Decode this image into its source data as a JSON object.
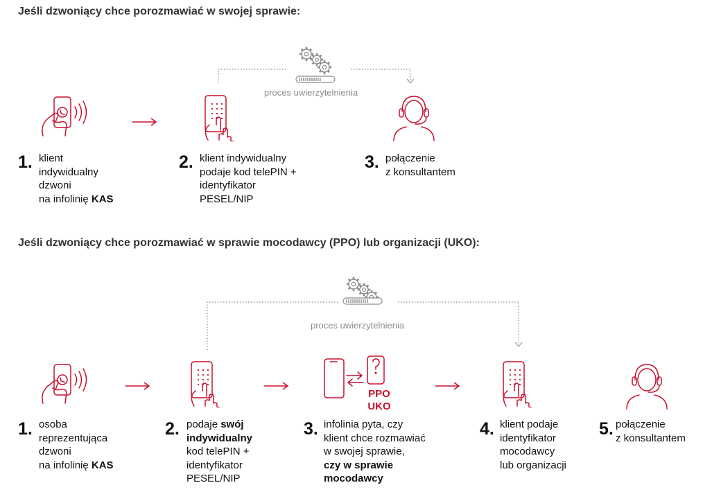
{
  "colors": {
    "accent": "#c8102e",
    "text": "#111111",
    "muted": "#8c8c8c"
  },
  "section1": {
    "heading": "Jeśli dzwoniący chce porozmawiać w swojej sprawie:",
    "auth_label": "proces uwierzytelnienia",
    "steps": [
      {
        "num": "1.",
        "icon": "phone-calling-icon",
        "lines": [
          [
            "klient"
          ],
          [
            "indywidualny"
          ],
          [
            "dzwoni"
          ],
          [
            "na infolinię ",
            "KAS"
          ]
        ]
      },
      {
        "num": "2.",
        "icon": "keypad-phone-icon",
        "lines": [
          [
            "klient indywidualny"
          ],
          [
            "podaje kod telePIN +"
          ],
          [
            "identyfikator"
          ],
          [
            "PESEL/NIP"
          ]
        ]
      },
      {
        "num": "3.",
        "icon": "consultant-headset-icon",
        "lines": [
          [
            "połączenie"
          ],
          [
            "z konsultantem"
          ]
        ]
      }
    ]
  },
  "section2": {
    "heading": "Jeśli dzwoniący chce porozmawiać w sprawie mocodawcy (PPO) lub organizacji (UKO):",
    "auth_label": "proces uwierzytelnienia",
    "ppo_label": "PPO",
    "uko_label": "UKO",
    "steps": [
      {
        "num": "1.",
        "icon": "phone-calling-icon",
        "lines": [
          [
            "osoba"
          ],
          [
            "reprezentująca"
          ],
          [
            "dzwoni"
          ],
          [
            "na infolinię ",
            "KAS"
          ]
        ]
      },
      {
        "num": "2.",
        "icon": "keypad-phone-icon",
        "lines": [
          [
            "podaje ",
            "swój"
          ],
          [
            "",
            "indywidualny"
          ],
          [
            "kod telePIN +"
          ],
          [
            "identyfikator"
          ],
          [
            "PESEL/NIP"
          ]
        ]
      },
      {
        "num": "3.",
        "icon": "phone-transfer-question-icon",
        "lines": [
          [
            "infolinia pyta, czy"
          ],
          [
            "klient chce rozmawiać"
          ],
          [
            "w swojej sprawie,"
          ],
          [
            "",
            "czy w sprawie"
          ],
          [
            "",
            "mocodawcy"
          ]
        ]
      },
      {
        "num": "4.",
        "icon": "keypad-phone-icon",
        "lines": [
          [
            "klient podaje"
          ],
          [
            "identyfikator"
          ],
          [
            "mocodawcy"
          ],
          [
            "lub organizacji"
          ]
        ]
      },
      {
        "num": "5.",
        "icon": "consultant-headset-icon",
        "lines": [
          [
            "połączenie"
          ],
          [
            "z konsultantem"
          ]
        ]
      }
    ]
  }
}
